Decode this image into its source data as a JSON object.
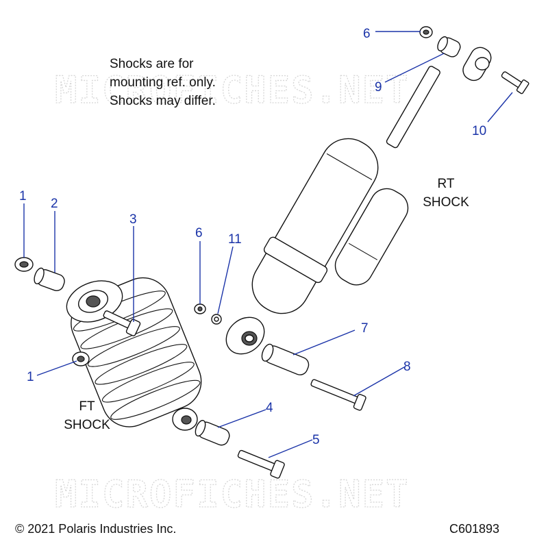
{
  "watermark": "MICROFICHES.NET",
  "note_lines": [
    "Shocks are for",
    "mounting ref. only.",
    "Shocks may differ."
  ],
  "rt_label": [
    "RT",
    "SHOCK"
  ],
  "ft_label": [
    "FT",
    "SHOCK"
  ],
  "callouts": [
    "6",
    "9",
    "10",
    "1",
    "2",
    "3",
    "6",
    "11",
    "7",
    "8",
    "1",
    "4",
    "5"
  ],
  "copyright": "© 2021 Polaris Industries Inc.",
  "diagram_code": "C601893",
  "colors": {
    "callout": "#1a33a8",
    "line": "#111111",
    "watermark": "#d6d6d6"
  }
}
